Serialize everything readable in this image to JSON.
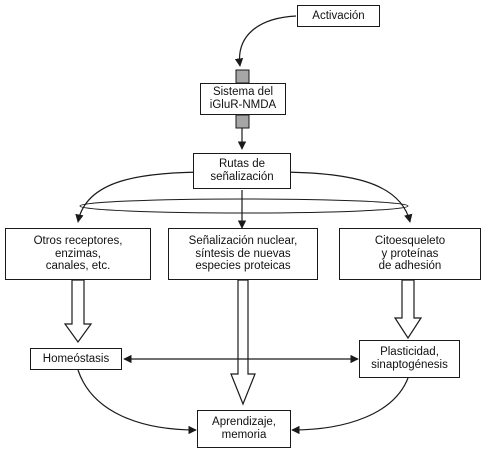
{
  "diagram": {
    "nodes": {
      "activacion": {
        "lines": [
          "Activación"
        ]
      },
      "sistema": {
        "lines": [
          "Sistema del",
          "iGluR-NMDA"
        ]
      },
      "rutas": {
        "lines": [
          "Rutas de",
          "señalización"
        ]
      },
      "otros": {
        "lines": [
          "Otros receptores,",
          "enzimas,",
          "canales, etc."
        ]
      },
      "senalizacion_nuclear": {
        "lines": [
          "Señalización nuclear,",
          "síntesis de nuevas",
          "especies proteicas"
        ]
      },
      "citoesqueleto": {
        "lines": [
          "Citoesqueleto",
          "y proteínas",
          "de adhesión"
        ]
      },
      "homeostasis": {
        "lines": [
          "Homeóstasis"
        ]
      },
      "plasticidad": {
        "lines": [
          "Plasticidad,",
          "sinaptogénesis"
        ]
      },
      "aprendizaje": {
        "lines": [
          "Aprendizaje,",
          "memoria"
        ]
      }
    },
    "colors": {
      "stroke": "#1a1a1a",
      "receptor_fill": "#a6a6a6",
      "box_fill": "#ffffff"
    }
  }
}
